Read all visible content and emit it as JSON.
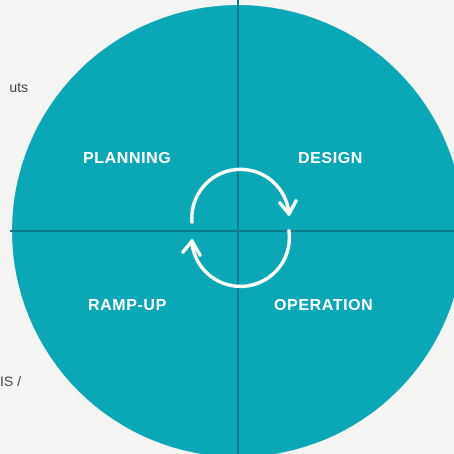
{
  "side_text": {
    "top": "uts",
    "bottom": "IS /"
  },
  "phases": {
    "planning": "PLANNING",
    "design": "DESIGN",
    "ramp_up": "RAMP-UP",
    "operation": "OPERATION"
  },
  "colors": {
    "circle_fill": "#0aa7b7",
    "divider": "#0e7d8e",
    "label_text": "#ffffff",
    "background": "#f4f4f3",
    "side_text": "#3f4447"
  },
  "center_icon": "cycle-arrows-icon"
}
